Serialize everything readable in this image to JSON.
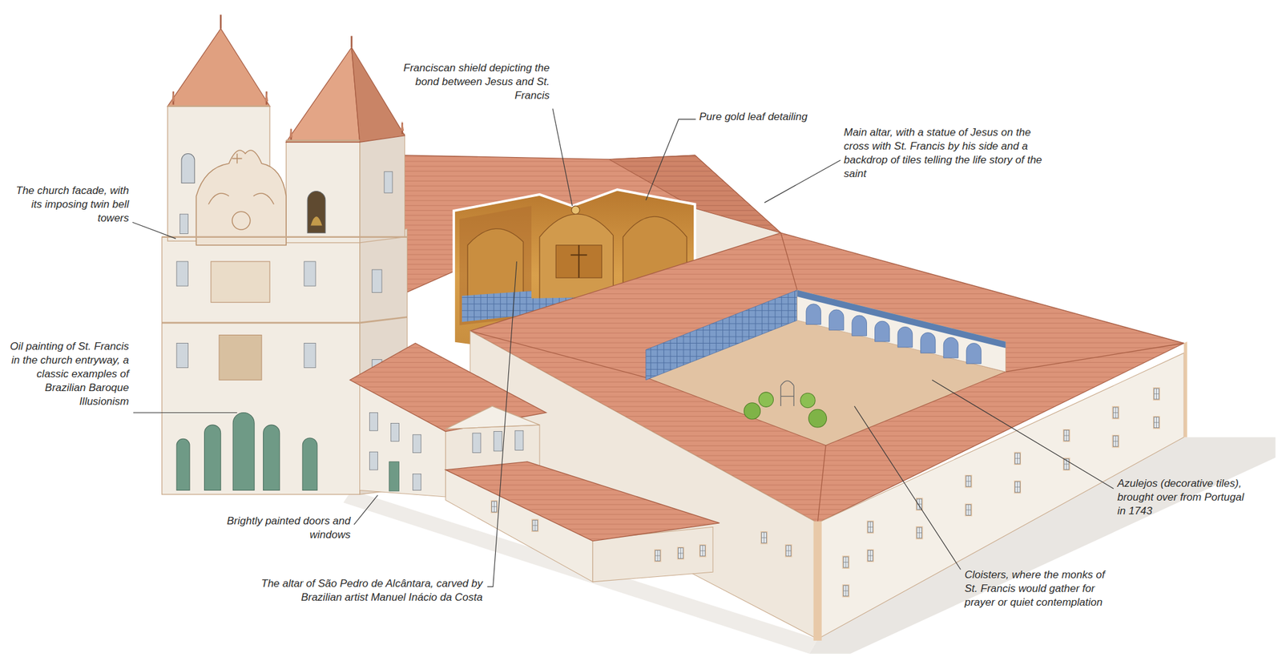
{
  "diagram": {
    "labels": [
      "Franciscan shield depicting the bond between Jesus and St. Francis",
      "Pure gold leaf detailing",
      "Main altar, with a statue of Jesus on the cross with St. Francis by his side and a backdrop of tiles telling the life story of the saint",
      "The church facade, with its imposing twin bell towers",
      "Oil painting of St. Francis in the church entryway, a classic examples of Brazilian Baroque Illusionism",
      "Azulejos (decorative tiles), brought over from Portugal in 1743",
      "Brightly painted doors and windows",
      "Cloisters, where the monks of St. Francis would gather for prayer or quiet contemplation",
      "The altar of São Pedro de Alcântara, carved by Brazilian artist Manuel Inácio da Costa"
    ]
  }
}
